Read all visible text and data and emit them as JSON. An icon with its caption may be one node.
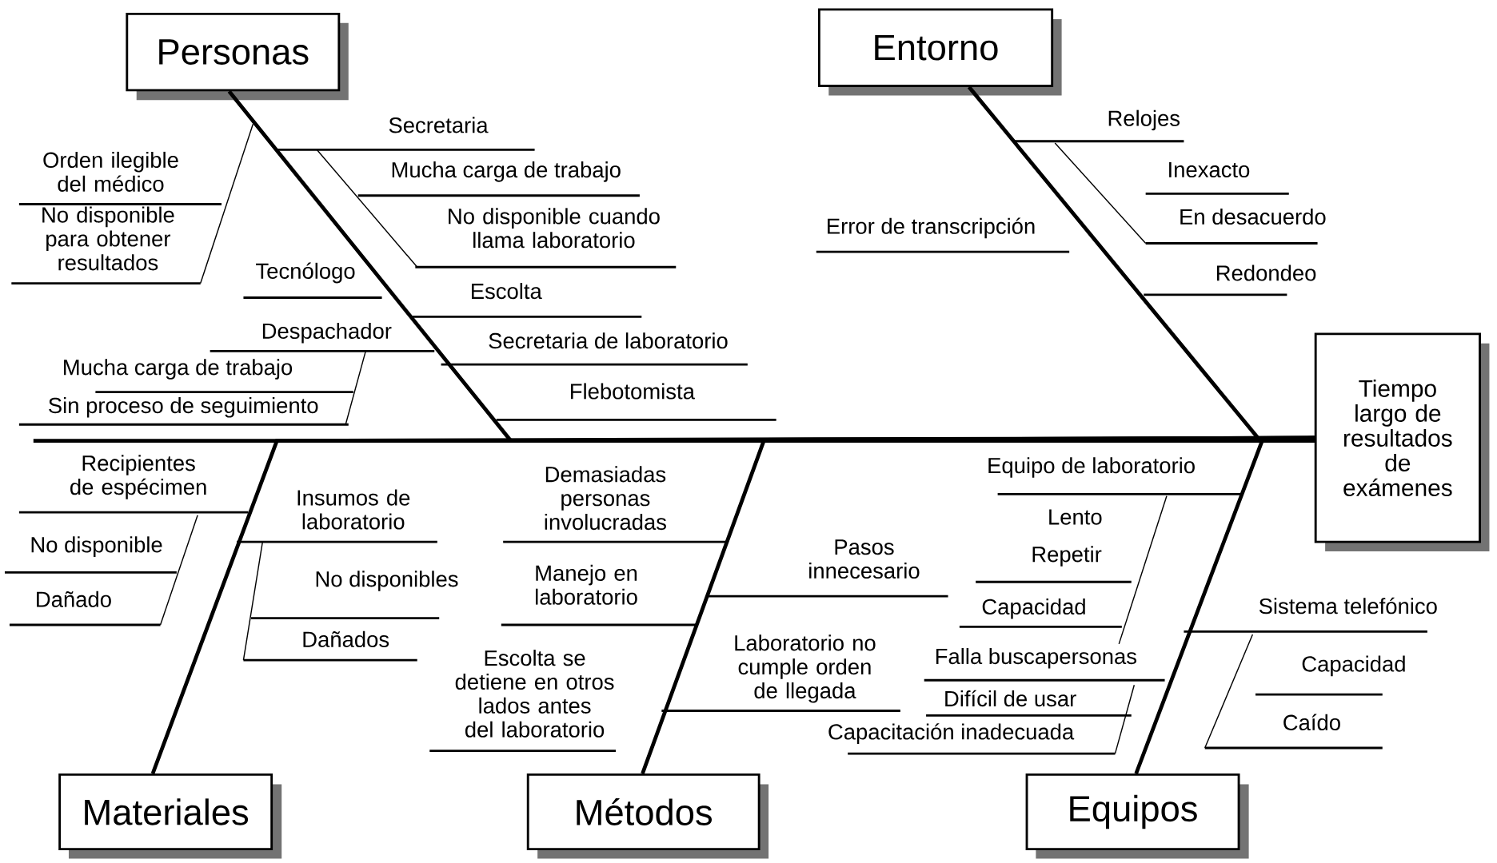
{
  "diagram": {
    "nodes": [
      {
        "text": [
          "Personas"
        ]
      },
      {
        "text": [
          "Entorno"
        ]
      },
      {
        "text": [
          "Materiales"
        ]
      },
      {
        "text": [
          "Métodos"
        ]
      },
      {
        "text": [
          "Equipos"
        ]
      },
      {
        "text": [
          "Tiempo largo de resultados de exámenes"
        ]
      }
    ],
    "edges": [
      {
        "from": 0,
        "to": 5,
        "arrow": "none"
      },
      {
        "from": 1,
        "to": 5,
        "arrow": "none"
      },
      {
        "from": 2,
        "to": 5,
        "arrow": "none"
      },
      {
        "from": 3,
        "to": 5,
        "arrow": "none"
      },
      {
        "from": 4,
        "to": 5,
        "arrow": "none"
      }
    ],
    "labels": [
      "Secretaria",
      "Mucha carga de trabajo",
      "No disponible cuando llama laboratorio",
      "Orden ilegible del médico",
      "No disponible para obtener resultados",
      "Tecnólogo",
      "Escolta",
      "Despachador",
      "Secretaria de laboratorio",
      "Mucha carga de trabajo",
      "Sin proceso de seguimiento",
      "Flebotomista",
      "Relojes",
      "Inexacto",
      "En desacuerdo",
      "Error de transcripción",
      "Redondeo",
      "Recipientes de espécimen",
      "Insumos de laboratorio",
      "No disponible",
      "No disponibles",
      "Dañado",
      "Dañados",
      "Demasiadas personas involucradas",
      "Pasos innecesario",
      "Manejo en laboratorio",
      "Escolta se detiene en otros lados antes del laboratorio",
      "Laboratorio no cumple orden de llegada",
      "Equipo de laboratorio",
      "Lento",
      "Repetir",
      "Capacidad",
      "Sistema telefónico",
      "Falla buscapersonas",
      "Capacidad",
      "Difícil de usar",
      "Caído",
      "Capacitación inadecuada"
    ]
  }
}
